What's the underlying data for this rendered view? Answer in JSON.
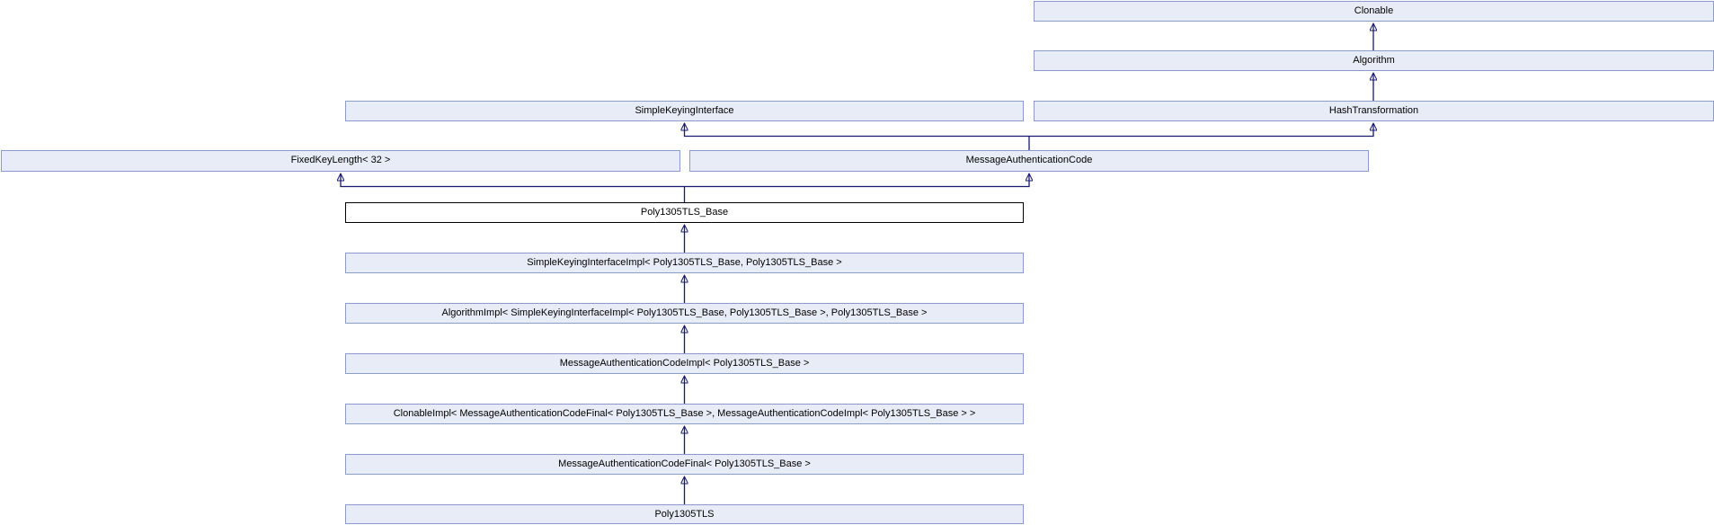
{
  "diagram": {
    "kind": "class-inheritance-graph",
    "colors": {
      "background": "#ffffff",
      "node_fill": "#e8ecf6",
      "node_border": "#8a9cc9",
      "selected_fill": "#ffffff",
      "selected_border": "#000000",
      "edge": "#191970",
      "text": "#000000"
    },
    "nodes": [
      {
        "id": "clonable",
        "label": "Clonable"
      },
      {
        "id": "algorithm",
        "label": "Algorithm"
      },
      {
        "id": "simple-keying-interface",
        "label": "SimpleKeyingInterface"
      },
      {
        "id": "hash-transformation",
        "label": "HashTransformation"
      },
      {
        "id": "fixed-key-length-32",
        "label": "FixedKeyLength< 32 >"
      },
      {
        "id": "message-authentication-code",
        "label": "MessageAuthenticationCode"
      },
      {
        "id": "poly1305tls-base",
        "label": "Poly1305TLS_Base",
        "selected": true
      },
      {
        "id": "simple-keying-interface-impl",
        "label": "SimpleKeyingInterfaceImpl< Poly1305TLS_Base, Poly1305TLS_Base >"
      },
      {
        "id": "algorithm-impl",
        "label": "AlgorithmImpl< SimpleKeyingInterfaceImpl< Poly1305TLS_Base, Poly1305TLS_Base >, Poly1305TLS_Base >"
      },
      {
        "id": "message-authentication-code-impl",
        "label": "MessageAuthenticationCodeImpl< Poly1305TLS_Base >"
      },
      {
        "id": "clonable-impl",
        "label": "ClonableImpl< MessageAuthenticationCodeFinal< Poly1305TLS_Base >, MessageAuthenticationCodeImpl< Poly1305TLS_Base > >"
      },
      {
        "id": "message-authentication-code-final",
        "label": "MessageAuthenticationCodeFinal< Poly1305TLS_Base >"
      },
      {
        "id": "poly1305tls",
        "label": "Poly1305TLS"
      }
    ],
    "edges": [
      {
        "from": "algorithm",
        "to": "clonable"
      },
      {
        "from": "hash-transformation",
        "to": "algorithm"
      },
      {
        "from": "message-authentication-code",
        "to": "simple-keying-interface"
      },
      {
        "from": "message-authentication-code",
        "to": "hash-transformation"
      },
      {
        "from": "poly1305tls-base",
        "to": "fixed-key-length-32"
      },
      {
        "from": "poly1305tls-base",
        "to": "message-authentication-code"
      },
      {
        "from": "simple-keying-interface-impl",
        "to": "poly1305tls-base"
      },
      {
        "from": "algorithm-impl",
        "to": "simple-keying-interface-impl"
      },
      {
        "from": "message-authentication-code-impl",
        "to": "algorithm-impl"
      },
      {
        "from": "clonable-impl",
        "to": "message-authentication-code-impl"
      },
      {
        "from": "message-authentication-code-final",
        "to": "clonable-impl"
      },
      {
        "from": "poly1305tls",
        "to": "message-authentication-code-final"
      }
    ]
  }
}
